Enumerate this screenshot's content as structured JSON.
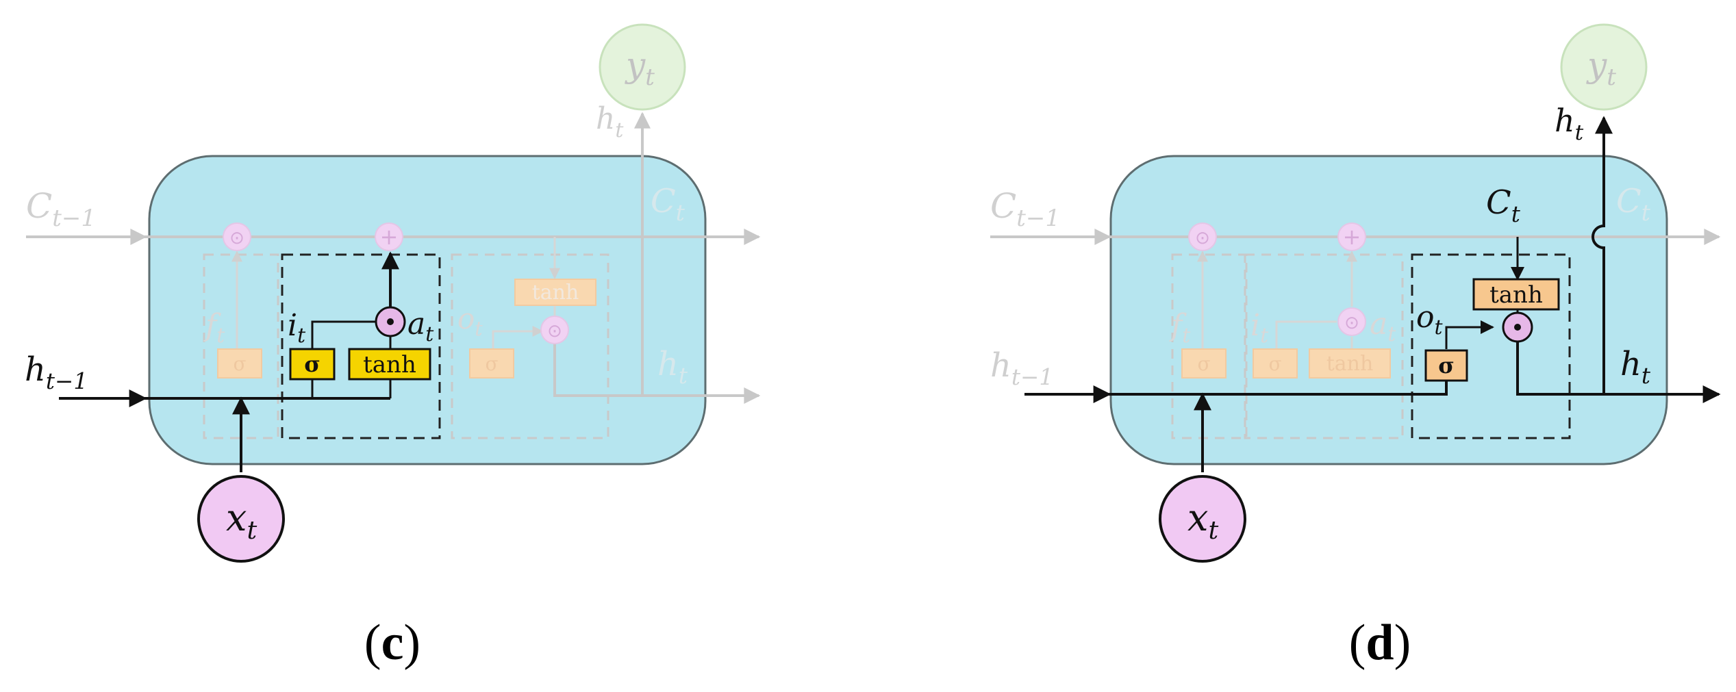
{
  "colors": {
    "cell_fill": "#b6e5ef",
    "cell_stroke": "#5d6d70",
    "active_gate": "#f5d400",
    "active_gate_d": "#f7c78e",
    "faded_gate": "#f9d8b0",
    "pointwise": "#e6b8e8",
    "output_circle": "#d8f0cc",
    "faded_line": "#c6c6c6",
    "active_line": "#111111"
  },
  "panel_c": {
    "caption_open": "(",
    "caption_letter": "c",
    "caption_close": ")",
    "state_in": {
      "base": "C",
      "sub": "t−1"
    },
    "state_out": {
      "base": "C",
      "sub": "t"
    },
    "hidden_in": {
      "base": "h",
      "sub": "t−1"
    },
    "hidden_out": {
      "base": "h",
      "sub": "t"
    },
    "hidden_up": {
      "base": "h",
      "sub": "t"
    },
    "output": {
      "base": "y",
      "sub": "t"
    },
    "input": {
      "base": "x",
      "sub": "t"
    },
    "forget_label": {
      "base": "f",
      "sub": "t"
    },
    "input_label": {
      "base": "i",
      "sub": "t"
    },
    "candidate_label": {
      "base": "a",
      "sub": "t"
    },
    "output_label": {
      "base": "o",
      "sub": "t"
    },
    "sigma": "σ",
    "tanh": "tanh",
    "hadamard": "⊙",
    "plus": "+"
  },
  "panel_d": {
    "caption_open": "(",
    "caption_letter": "d",
    "caption_close": ")",
    "state_in": {
      "base": "C",
      "sub": "t−1"
    },
    "state_out": {
      "base": "C",
      "sub": "t"
    },
    "state_tap": {
      "base": "C",
      "sub": "t"
    },
    "hidden_in": {
      "base": "h",
      "sub": "t−1"
    },
    "hidden_out": {
      "base": "h",
      "sub": "t"
    },
    "hidden_up": {
      "base": "h",
      "sub": "t"
    },
    "output": {
      "base": "y",
      "sub": "t"
    },
    "input": {
      "base": "x",
      "sub": "t"
    },
    "forget_label": {
      "base": "f",
      "sub": "t"
    },
    "input_label": {
      "base": "i",
      "sub": "t"
    },
    "candidate_label": {
      "base": "a",
      "sub": "t"
    },
    "output_label": {
      "base": "o",
      "sub": "t"
    },
    "sigma": "σ",
    "tanh": "tanh",
    "hadamard": "⊙",
    "plus": "+"
  }
}
